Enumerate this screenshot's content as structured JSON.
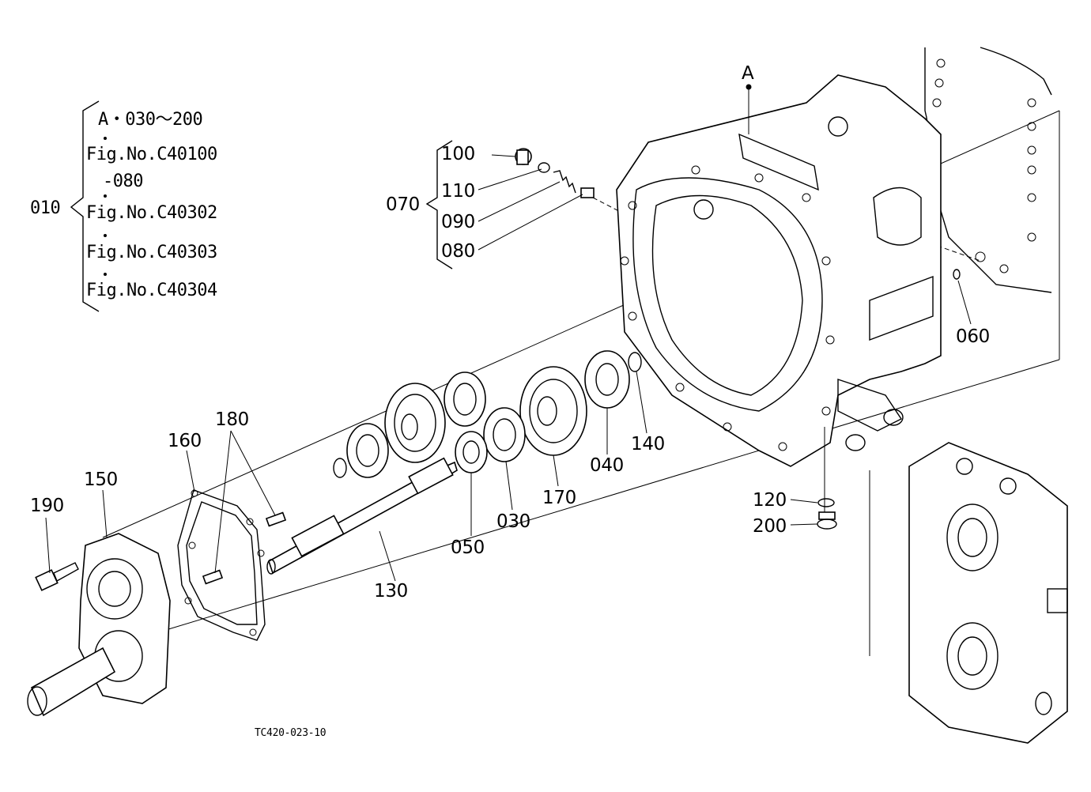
{
  "diagram": {
    "group_010": {
      "label": "010",
      "lines": [
        "A・030～200",
        "Fig.No.C40100",
        "-080",
        "Fig.No.C40302",
        "Fig.No.C40303",
        "Fig.No.C40304"
      ]
    },
    "group_070": {
      "label": "070",
      "items": [
        "100",
        "110",
        "090",
        "080"
      ]
    },
    "marker_a": "A",
    "callouts": {
      "p060": "060",
      "p140": "140",
      "p040": "040",
      "p170": "170",
      "p030": "030",
      "p050": "050",
      "p130": "130",
      "p120": "120",
      "p200": "200",
      "p180": "180",
      "p160": "160",
      "p150": "150",
      "p190": "190"
    },
    "drawing_code": "TC420-023-10"
  }
}
